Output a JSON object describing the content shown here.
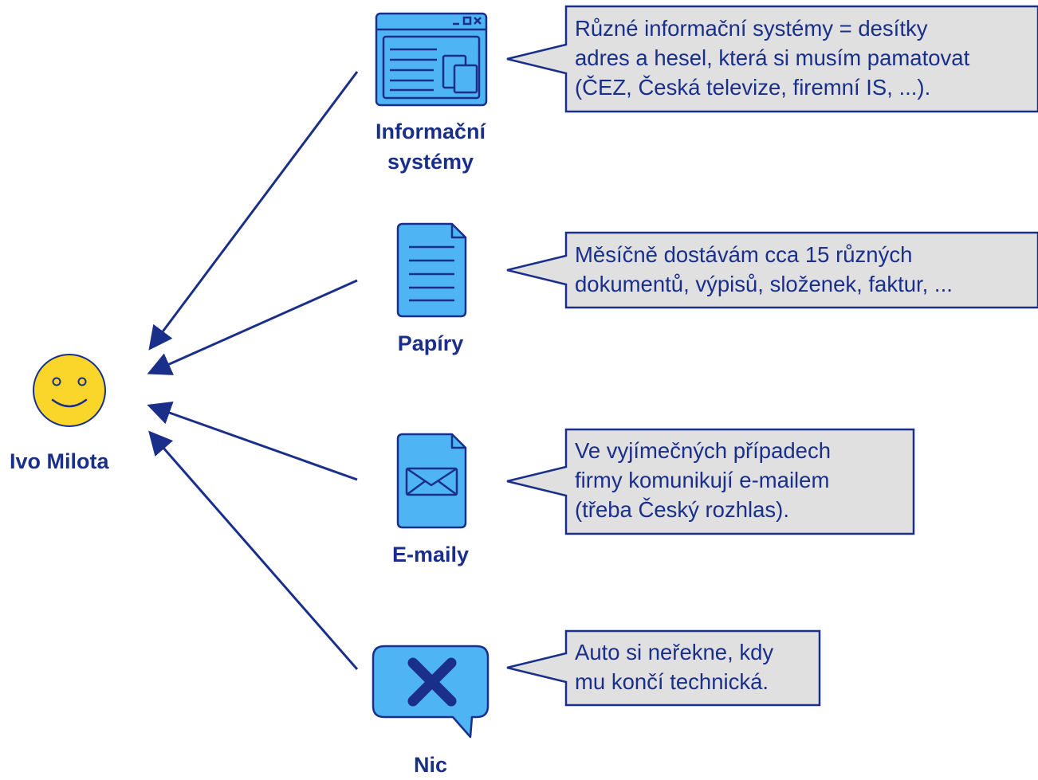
{
  "person": {
    "name": "Ivo Milota",
    "icon": "smiley-face-icon"
  },
  "colors": {
    "primary": "#1a2f8a",
    "icon_fill": "#4fb4f4",
    "callout_fill": "#e0e0e0",
    "face_fill": "#fbd62a"
  },
  "sources": [
    {
      "id": "informacni-systemy",
      "label": [
        "Informační",
        "systémy"
      ],
      "icon": "application-window-icon",
      "callout": [
        "Různé informační systémy = desítky",
        "adres a hesel, která si musím pamatovat",
        "(ČEZ, Česká televize, firemní IS, ...)."
      ]
    },
    {
      "id": "papiry",
      "label": [
        "Papíry"
      ],
      "icon": "document-icon",
      "callout": [
        "Měsíčně dostávám cca 15 různých",
        "dokumentů, výpisů, složenek, faktur, ..."
      ]
    },
    {
      "id": "e-maily",
      "label": [
        "E-maily"
      ],
      "icon": "envelope-document-icon",
      "callout": [
        "Ve vyjímečných případech",
        "firmy komunikují e-mailem",
        "(třeba Český rozhlas)."
      ]
    },
    {
      "id": "nic",
      "label": [
        "Nic"
      ],
      "icon": "x-speech-bubble-icon",
      "callout": [
        "Auto si neřekne, kdy",
        "mu končí technická."
      ]
    }
  ]
}
